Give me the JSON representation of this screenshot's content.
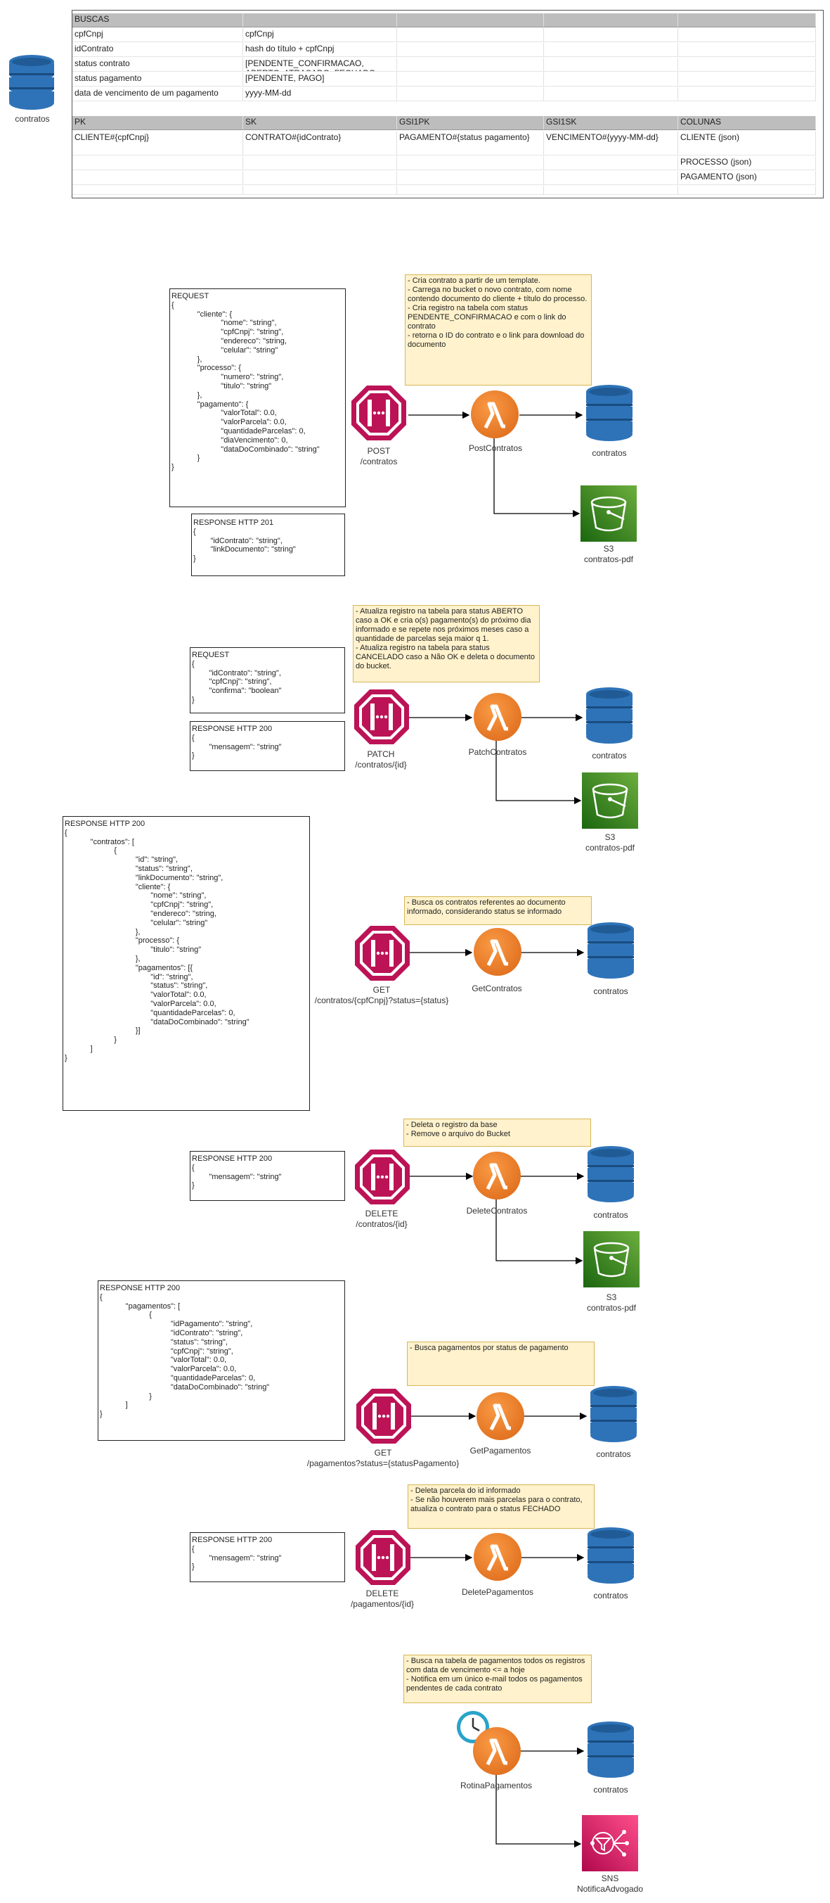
{
  "table": {
    "search_rows": [
      [
        "BUSCAS",
        "",
        "",
        "",
        ""
      ],
      [
        "cpfCnpj",
        "cpfCnpj",
        "",
        "",
        ""
      ],
      [
        "idContrato",
        "hash do título + cpfCnpj",
        "",
        "",
        ""
      ],
      [
        "status contrato",
        " [PENDENTE_CONFIRMACAO, ABERTO, ATRASADO, FECHADO, CANCELADO]",
        "",
        "",
        ""
      ],
      [
        "status pagamento",
        "[PENDENTE, PAGO]",
        "",
        "",
        ""
      ],
      [
        "data de vencimento de um pagamento",
        "yyyy-MM-dd",
        "",
        "",
        ""
      ]
    ],
    "key_header": [
      "PK",
      "SK",
      "GSI1PK",
      "GSI1SK",
      "COLUNAS"
    ],
    "key_rows": [
      [
        "CLIENTE#{cpfCnpj}",
        "CONTRATO#{idContrato}",
        "PAGAMENTO#{status pagamento}",
        "VENCIMENTO#{yyyy-MM-dd}",
        "CLIENTE (json)"
      ],
      [
        "",
        "",
        "",
        "",
        "PROCESSO (json)"
      ],
      [
        "",
        "",
        "",
        "",
        "PAGAMENTO (json)"
      ],
      [
        "",
        "",
        "",
        "",
        ""
      ]
    ]
  },
  "top_db_label": "contratos",
  "flows": {
    "post": {
      "request": "REQUEST\n{\n            \"cliente\": {\n                       \"nome\": \"string\",\n                       \"cpfCnpj\": \"string\",\n                       \"endereco\": \"string,\n                       \"celular\": \"string\"\n            },\n            \"processo\": {\n                       \"numero\": \"string\",\n                       \"titulo\": \"string\"\n            },\n            \"pagamento\": {\n                       \"valorTotal\": 0.0,\n                       \"valorParcela\": 0.0,\n                       \"quantidadeParcelas\": 0,\n                       \"diaVencimento\": 0,\n                       \"dataDoCombinado\": \"string\"\n            }\n}",
      "response": "RESPONSE HTTP 201\n{\n        \"idContrato\": \"string\",\n        \"linkDocumento\": \"string\"\n}",
      "note": "- Cria contrato a partir de um template.\n- Carrega no bucket o novo contrato, com nome contendo documento do cliente + título do processo.\n- Cria registro na tabela com status PENDENTE_CONFIRMACAO e com o link do contrato\n- retorna o ID do contrato e o link para download do documento",
      "gateway": "POST\n/contratos",
      "lambda": "PostContratos",
      "db": "contratos",
      "s3": "S3\ncontratos-pdf"
    },
    "patch": {
      "request": "REQUEST\n{\n        \"idContrato\": \"string\",\n        \"cpfCnpj\": \"string\",\n        \"confirma\": \"boolean\"\n}",
      "response": "RESPONSE HTTP 200\n{\n        \"mensagem\": \"string\"\n}",
      "note": "- Atualiza registro na tabela para status ABERTO caso a OK e cria o(s) pagamento(s) do próximo dia informado e se repete nos próximos meses caso a quantidade de parcelas seja maior q 1.\n- Atualiza registro na tabela para status CANCELADO caso a Não OK e deleta o documento do bucket.",
      "gateway": "PATCH\n/contratos/{id}",
      "lambda": "PatchContratos",
      "db": "contratos",
      "s3": "S3\ncontratos-pdf"
    },
    "get_contratos": {
      "response": "RESPONSE HTTP 200\n{\n            \"contratos\": [\n                       {\n                                 \"id\": \"string\",\n                                 \"status\": \"string\",\n                                 \"linkDocumento\": \"string\",\n                                 \"cliente\": {\n                                        \"nome\": \"string\",\n                                        \"cpfCnpj\": \"string\",\n                                        \"endereco\": \"string,\n                                        \"celular\": \"string\"\n                                 },\n                                 \"processo\": {\n                                        \"titulo\": \"string\"\n                                 },\n                                 \"pagamentos\": [{\n                                        \"id\": \"string\",\n                                        \"status\": \"string\",\n                                        \"valorTotal\": 0.0,\n                                        \"valorParcela\": 0.0,\n                                        \"quantidadeParcelas\": 0,\n                                        \"dataDoCombinado\": \"string\"\n                                 }]\n                       }\n            ]\n}",
      "note": "- Busca os contratos referentes ao documento informado, considerando status se informado",
      "gateway": "GET\n/contratos/{cpfCnpj}?status={status}",
      "lambda": "GetContratos",
      "db": "contratos"
    },
    "delete_contratos": {
      "response": "RESPONSE HTTP 200\n{\n        \"mensagem\": \"string\"\n}",
      "note": "- Deleta o registro da base\n- Remove o arquivo do Bucket",
      "gateway": "DELETE\n/contratos/{id}",
      "lambda": "DeleteContratos",
      "db": "contratos",
      "s3": "S3\ncontratos-pdf"
    },
    "get_pagamentos": {
      "response": "RESPONSE HTTP 200\n{\n            \"pagamentos\": [\n                       {\n                                 \"idPagamento\": \"string\",\n                                 \"idContrato\": \"string\",\n                                 \"status\": \"string\",\n                                 \"cpfCnpj\": \"string\",\n                                 \"valorTotal\": 0.0,\n                                 \"valorParcela\": 0.0,\n                                 \"quantidadeParcelas\": 0,\n                                 \"dataDoCombinado\": \"string\"\n                       }\n            ]\n}",
      "note": "- Busca pagamentos por status de pagamento",
      "gateway": "GET\n/pagamentos?status={statusPagamento}",
      "lambda": "GetPagamentos",
      "db": "contratos"
    },
    "delete_pagamentos": {
      "response": "RESPONSE HTTP 200\n{\n        \"mensagem\": \"string\"\n}",
      "note": "- Deleta parcela do id informado\n- Se não houverem mais parcelas para o contrato, atualiza o contrato para o status FECHADO",
      "gateway": "DELETE\n/pagamentos/{id}",
      "lambda": "DeletePagamentos",
      "db": "contratos"
    },
    "rotina": {
      "note": "- Busca na tabela de pagamentos todos os registros com data de vencimento <= a hoje\n- Notifica em um único e-mail todos os pagamentos pendentes de cada contrato",
      "lambda": "RotinaPagamentos",
      "db": "contratos",
      "sns": "SNS\nNotificaAdvogado"
    }
  },
  "colors": {
    "gateway": "#bc1356",
    "lambda": "#f58534",
    "dynamodb": "#2e73b8",
    "s3": "#3f8624",
    "sns": "#e7157b",
    "note_fill": "#fff2cc",
    "note_border": "#d6b656"
  }
}
